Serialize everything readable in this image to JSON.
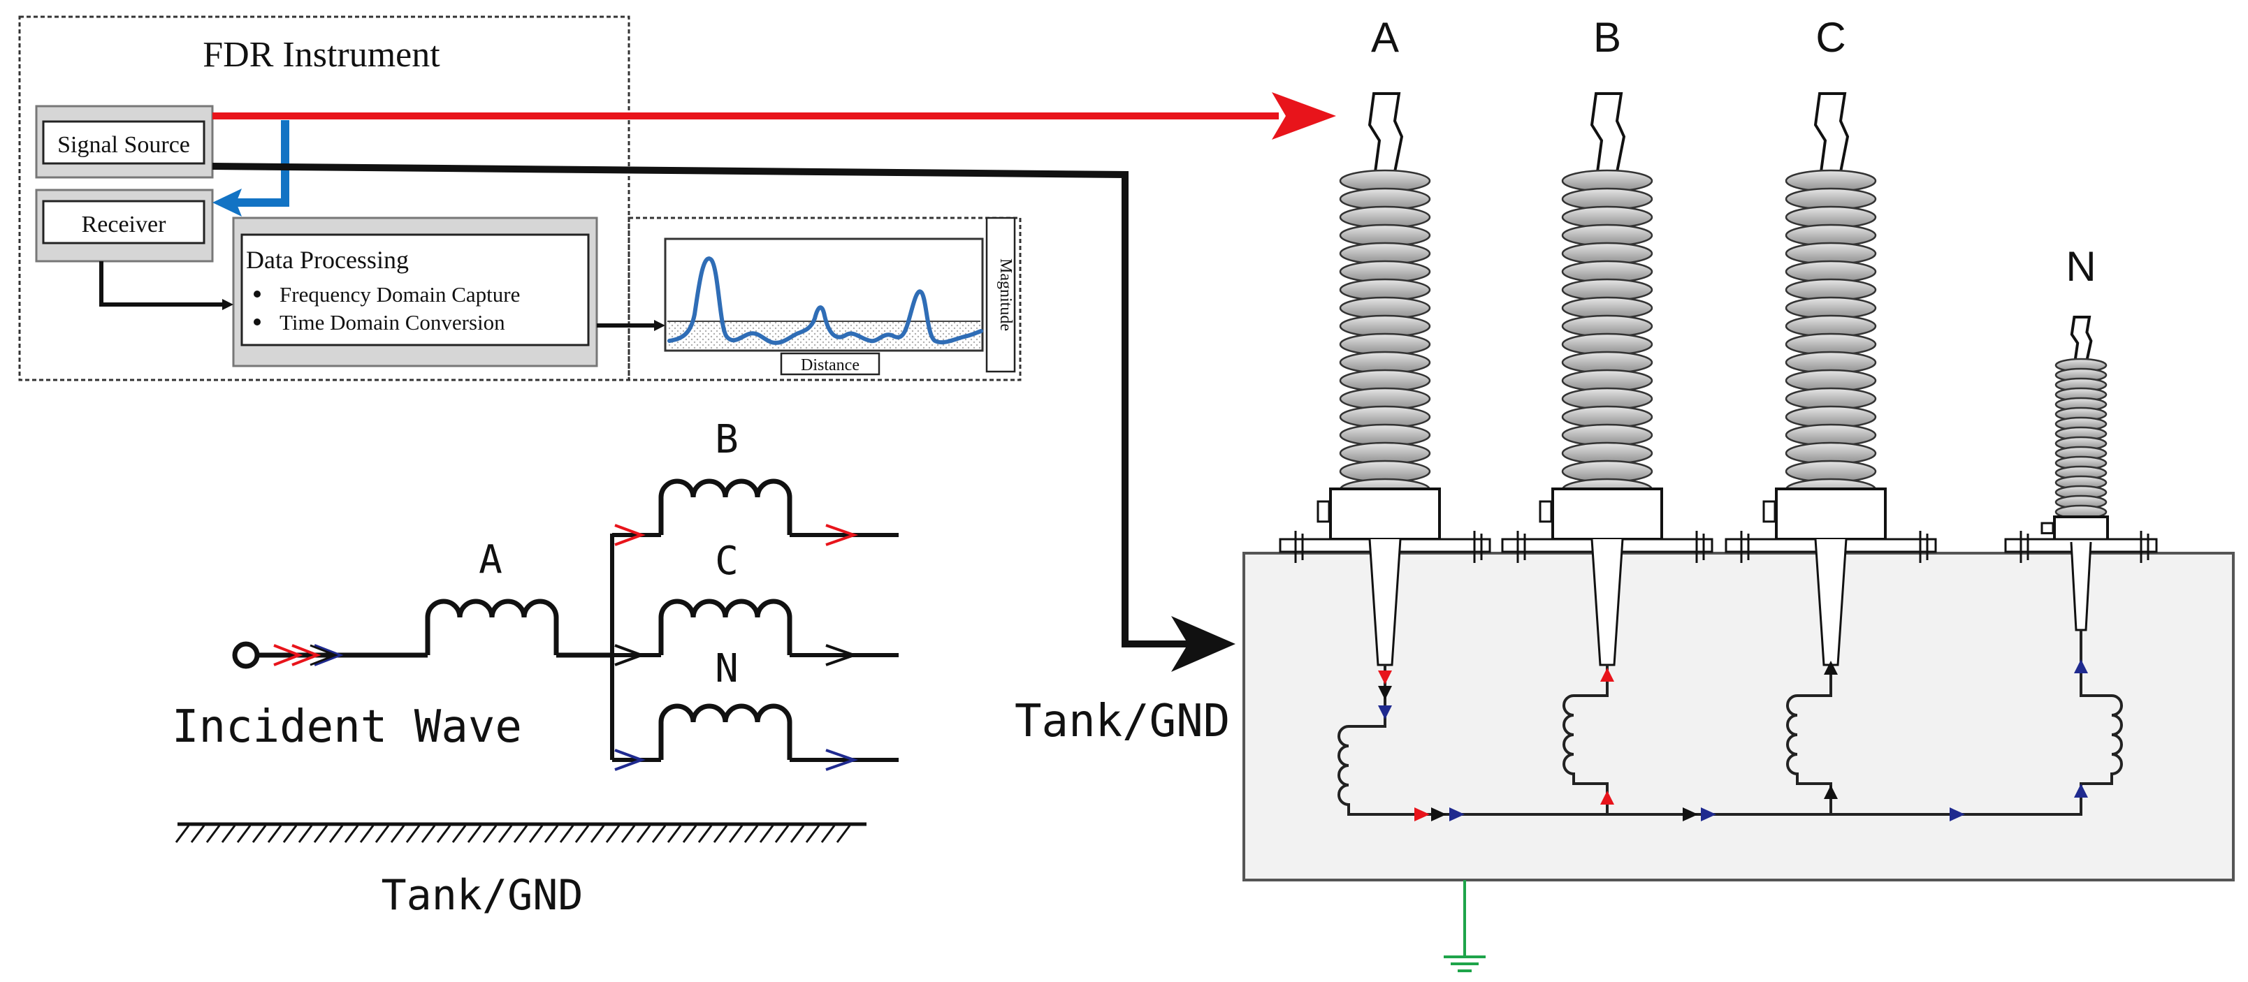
{
  "fdr": {
    "title": "FDR Instrument",
    "signal_source": "Signal Source",
    "receiver": "Receiver",
    "processing_title": "Data Processing",
    "bullets": [
      "Frequency Domain Capture",
      "Time Domain Conversion"
    ],
    "plot_ylabel": "Magnitude",
    "plot_xlabel": "Distance"
  },
  "circuit": {
    "winding_a": "A",
    "winding_b": "B",
    "winding_c": "C",
    "winding_n": "N",
    "incident": "Incident Wave",
    "ground": "Tank/GND"
  },
  "transformer": {
    "bushings": [
      "A",
      "B",
      "C",
      "N"
    ],
    "tank_label": "Tank/GND"
  },
  "colors": {
    "red": "#e8141b",
    "blue": "#1273c4",
    "navy": "#1f2a8f",
    "black": "#111111",
    "ground": "#1ea44a",
    "panel": "#d6d6d6",
    "tank": "#f2f2f2"
  }
}
